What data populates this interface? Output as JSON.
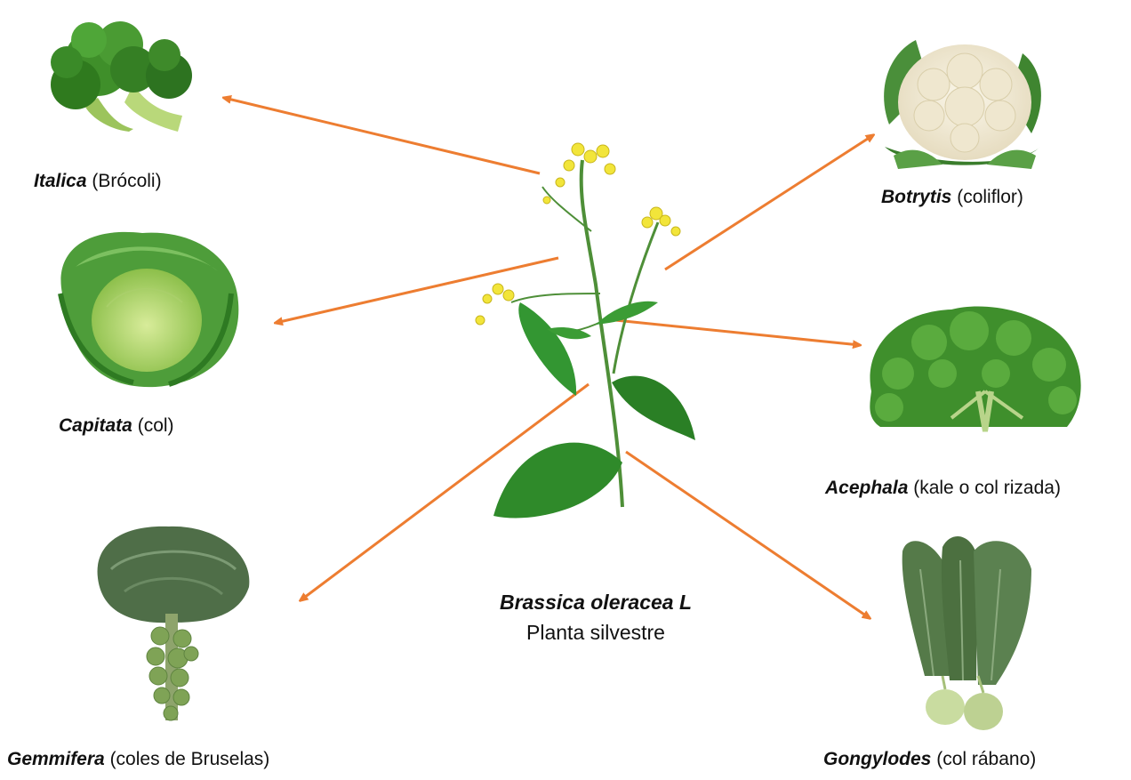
{
  "center": {
    "scientific_name": "Brassica oleracea L",
    "common_name": "Planta silvestre",
    "icon": "wild-plant-icon"
  },
  "varieties": [
    {
      "id": "italica",
      "latin": "Italica",
      "common": "(Brócoli)",
      "icon": "broccoli-icon"
    },
    {
      "id": "capitata",
      "latin": "Capitata",
      "common": "(col)",
      "icon": "cabbage-icon"
    },
    {
      "id": "gemmifera",
      "latin": "Gemmifera",
      "common": "(coles de Bruselas)",
      "icon": "brussels-sprouts-icon"
    },
    {
      "id": "botrytis",
      "latin": "Botrytis",
      "common": "(coliflor)",
      "icon": "cauliflower-icon"
    },
    {
      "id": "acephala",
      "latin": "Acephala",
      "common": "(kale o col rizada)",
      "icon": "kale-icon"
    },
    {
      "id": "gongylodes",
      "latin": "Gongylodes",
      "common": "(col rábano)",
      "icon": "kohlrabi-icon"
    }
  ],
  "colors": {
    "arrow": "#ED7D31",
    "leaf_dark": "#1f7a1f",
    "leaf_light": "#4caf3c",
    "flower": "#f2e53a"
  }
}
